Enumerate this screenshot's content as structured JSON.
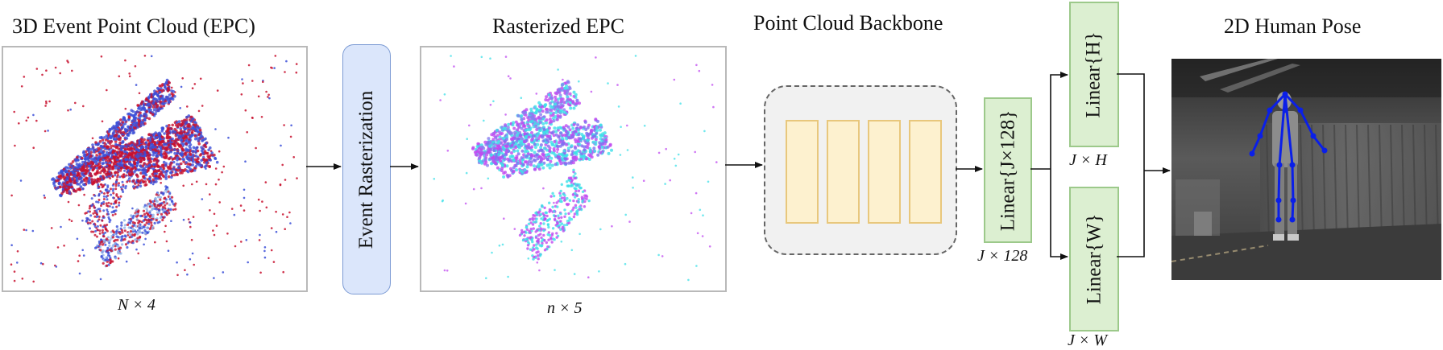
{
  "stage1": {
    "title": "3D Event Point Cloud (EPC)",
    "dim": "N × 4"
  },
  "rasterize": {
    "label": "Event Rasterization"
  },
  "stage2": {
    "title": "Rasterized EPC",
    "dim": "n × 5"
  },
  "backbone": {
    "title": "Point Cloud Backbone",
    "blocks": 4
  },
  "linear_main": {
    "label": "Linear{J×128}",
    "dim": "J × 128"
  },
  "linear_h": {
    "label": "Linear{H}",
    "dim": "J × H"
  },
  "linear_w": {
    "label": "Linear{W}",
    "dim": "J × W"
  },
  "output": {
    "title": "2D Human Pose"
  },
  "colors": {
    "points_red": "#c8102e",
    "points_blue": "#3b4fd8",
    "raster_cyan": "#3fe0e8",
    "raster_magenta": "#c04bf0",
    "skeleton": "#0a1fe8"
  }
}
